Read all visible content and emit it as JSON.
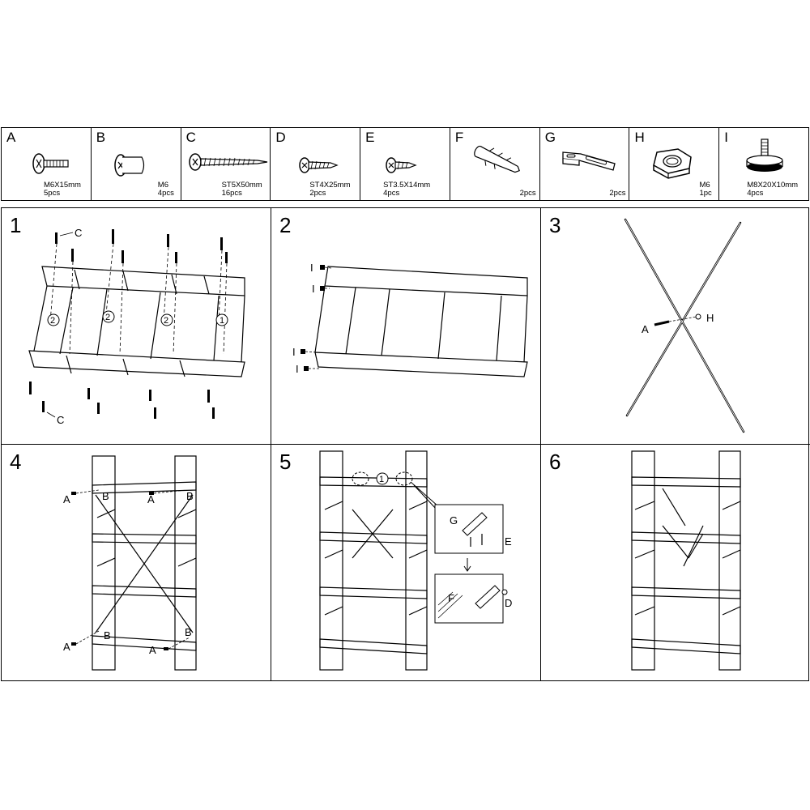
{
  "parts": [
    {
      "letter": "A",
      "spec": "M6X15mm",
      "qty": "5pcs",
      "icon": "bolt-icon"
    },
    {
      "letter": "B",
      "spec": "M6",
      "qty": "4pcs",
      "icon": "barrel-nut-icon"
    },
    {
      "letter": "C",
      "spec": "ST5X50mm",
      "qty": "16pcs",
      "icon": "long-screw-icon"
    },
    {
      "letter": "D",
      "spec": "ST4X25mm",
      "qty": "2pcs",
      "icon": "screw-icon"
    },
    {
      "letter": "E",
      "spec": "ST3.5X14mm",
      "qty": "4pcs",
      "icon": "short-screw-icon"
    },
    {
      "letter": "F",
      "spec": "",
      "qty": "2pcs",
      "icon": "wall-anchor-icon"
    },
    {
      "letter": "G",
      "spec": "",
      "qty": "2pcs",
      "icon": "wall-bracket-icon"
    },
    {
      "letter": "H",
      "spec": "M6",
      "qty": "1pc",
      "icon": "hex-nut-icon"
    },
    {
      "letter": "I",
      "spec": "M8X20X10mm",
      "qty": "4pcs",
      "icon": "leveling-foot-icon"
    }
  ],
  "steps": {
    "s1": {
      "number": "1",
      "callout_c": "C",
      "circle_2": "2",
      "circle_1": "1"
    },
    "s2": {
      "number": "2",
      "callout_i": "I"
    },
    "s3": {
      "number": "3",
      "callout_a": "A",
      "callout_h": "H"
    },
    "s4": {
      "number": "4",
      "callout_a": "A",
      "callout_b": "B"
    },
    "s5": {
      "number": "5",
      "circle_1": "1",
      "callout_g": "G",
      "callout_e": "E",
      "callout_f": "F",
      "callout_d": "D"
    },
    "s6": {
      "number": "6"
    }
  }
}
